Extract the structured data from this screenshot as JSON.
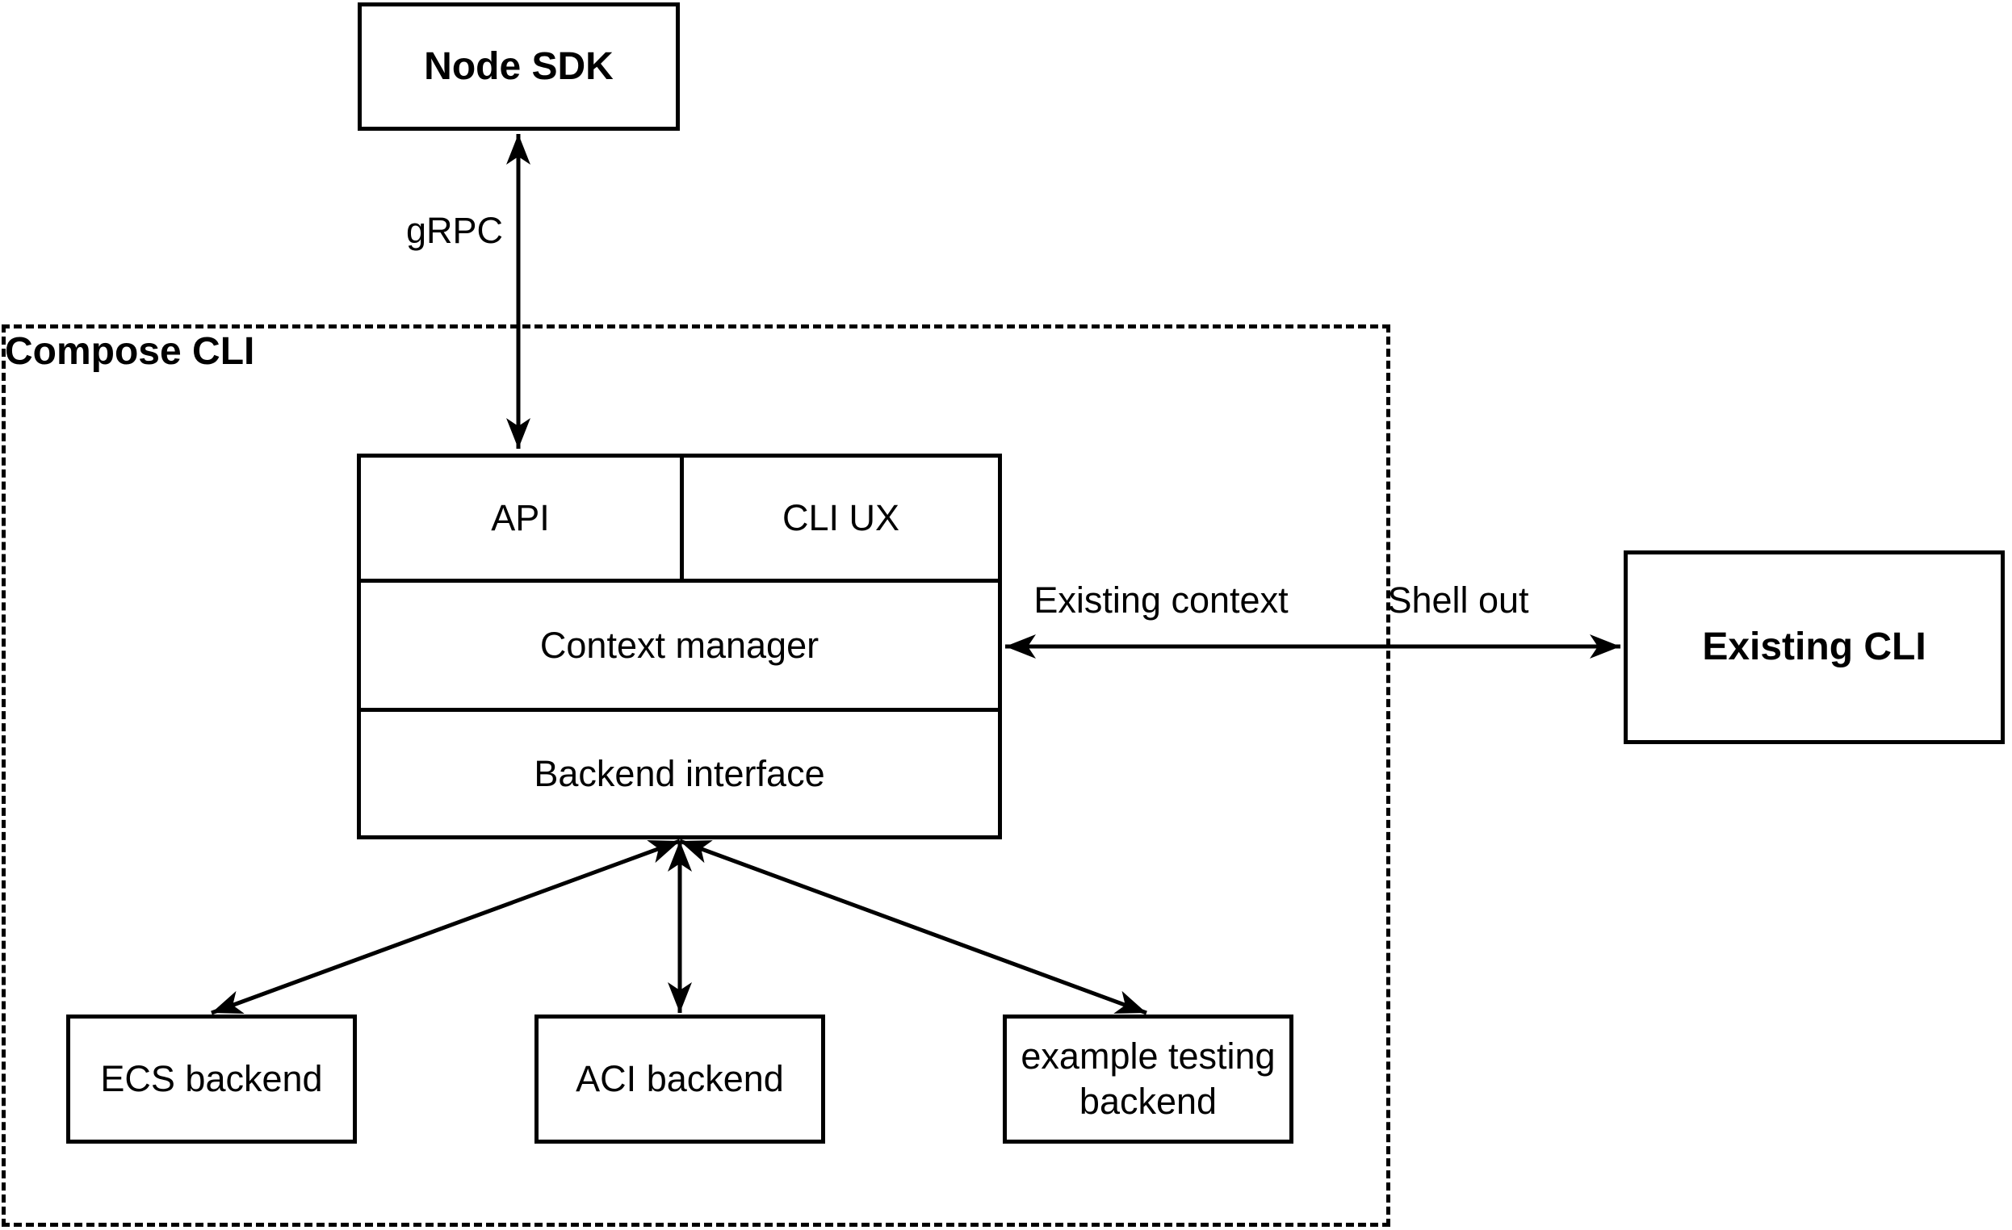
{
  "diagram": {
    "background": "#ffffff",
    "stroke_color": "#000000",
    "container": {
      "label": "Compose CLI"
    },
    "nodes": {
      "node_sdk": "Node SDK",
      "api": "API",
      "cli_ux": "CLI UX",
      "context_manager": "Context manager",
      "backend_interface": "Backend interface",
      "existing_cli": "Existing CLI",
      "ecs_backend": "ECS backend",
      "aci_backend": "ACI backend",
      "example_testing_backend": "example testing backend"
    },
    "edge_labels": {
      "grpc": "gRPC",
      "existing_context": "Existing context",
      "shell_out": "Shell out"
    }
  }
}
